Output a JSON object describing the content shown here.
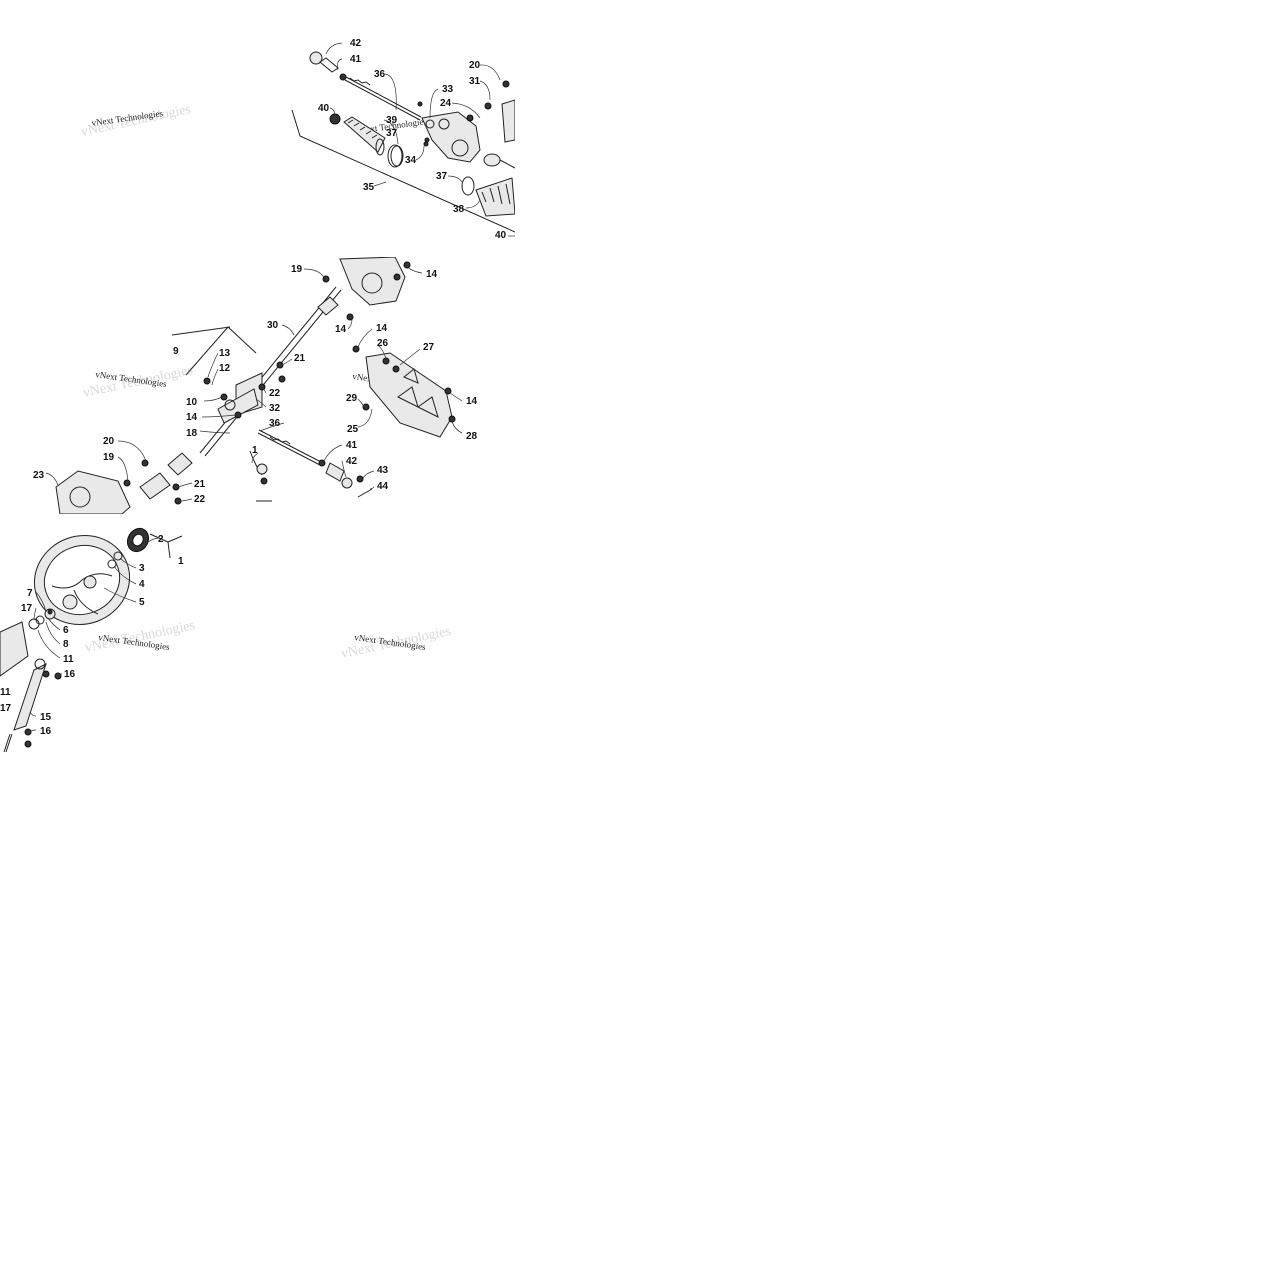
{
  "watermark_text": "vNext Technologies",
  "tiles": [
    {
      "id": "tile-top",
      "callouts": [
        "42",
        "41",
        "36",
        "40",
        "39",
        "37",
        "33",
        "24",
        "34",
        "20",
        "31",
        "35",
        "37",
        "38",
        "40"
      ]
    },
    {
      "id": "tile-middle",
      "callouts": [
        "19",
        "14",
        "30",
        "14",
        "14",
        "26",
        "27",
        "9",
        "13",
        "12",
        "21",
        "10",
        "22",
        "32",
        "14",
        "29",
        "25",
        "14",
        "28",
        "18",
        "36",
        "1",
        "41",
        "42",
        "43",
        "44",
        "20",
        "19",
        "21",
        "22",
        "23"
      ]
    },
    {
      "id": "tile-bottom",
      "callouts": [
        "2",
        "1",
        "3",
        "4",
        "5",
        "7",
        "17",
        "6",
        "8",
        "11",
        "16",
        "11",
        "17",
        "15",
        "16"
      ]
    }
  ]
}
